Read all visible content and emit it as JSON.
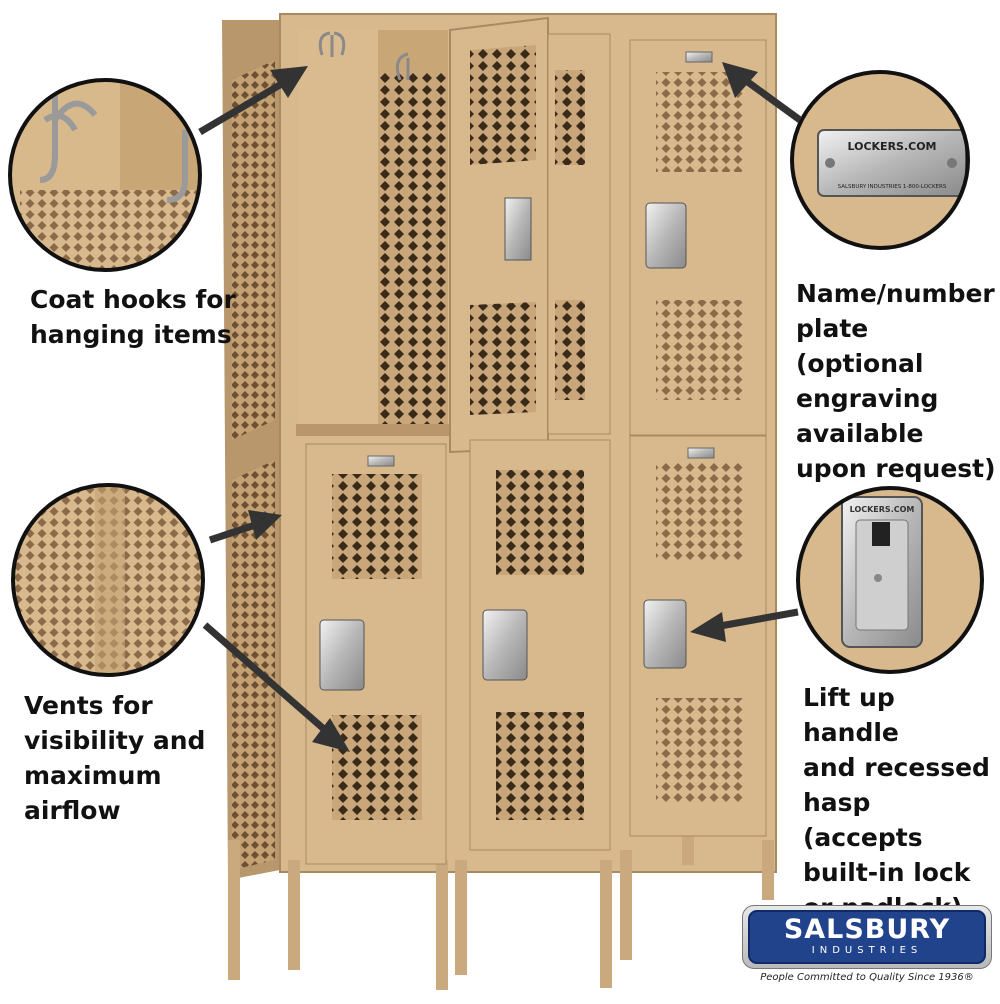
{
  "callouts": {
    "hooks": "Coat hooks for\nhanging items",
    "plate": "Name/number\nplate (optional\nengraving\navailable\nupon request)",
    "vents": "Vents for\nvisibility and\nmaximum\nairflow",
    "handle": "Lift up handle\nand recessed\nhasp (accepts\nbuilt-in lock\nor padlock)"
  },
  "plate_detail": {
    "brand_text": "LOCKERS.COM",
    "fine_print": "SALSBURY INDUSTRIES   1-800-LOCKERS"
  },
  "hasp_detail": {
    "brand_text": "LOCKERS.COM"
  },
  "logo": {
    "name": "SALSBURY",
    "sub": "INDUSTRIES",
    "tagline": "People Committed to Quality Since 1936®"
  },
  "colors": {
    "locker_tan": "#d8b98e",
    "locker_shadow": "#b8976c",
    "vent_dark": "#3a2a1a",
    "logo_blue": "#21438c"
  }
}
